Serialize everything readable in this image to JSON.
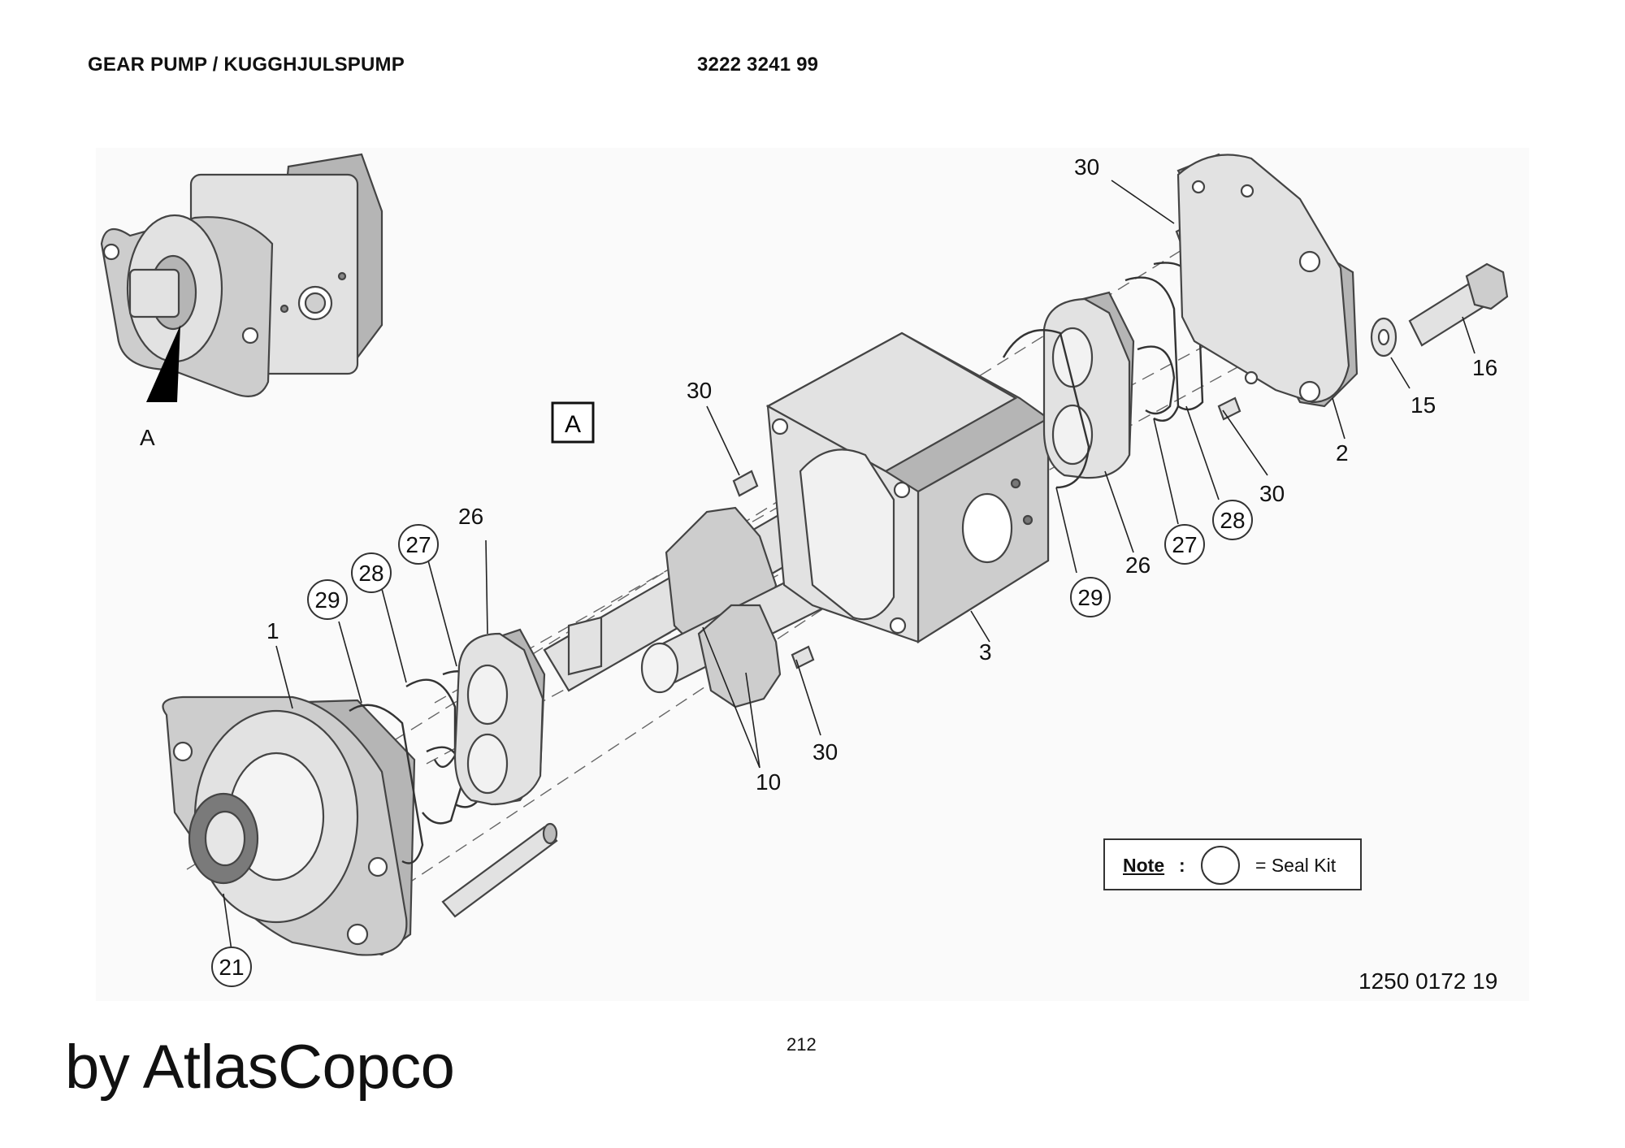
{
  "header": {
    "title": "GEAR PUMP / KUGGHJULSPUMP",
    "part_number": "3222 3241 99"
  },
  "view_label": "A",
  "detail_arrow_label": "A",
  "callouts": {
    "c1": "1",
    "c2": "2",
    "c3": "3",
    "c10": "10",
    "c15": "15",
    "c16": "16",
    "c21": "21",
    "c26_left": "26",
    "c26_right": "26",
    "c27_left": "27",
    "c27_right": "27",
    "c28_left": "28",
    "c28_right": "28",
    "c29_left": "29",
    "c29_right": "29",
    "c30_top": "30",
    "c30_left": "30",
    "c30_right": "30",
    "c30_bottom": "30"
  },
  "note": {
    "label": "Note",
    "colon": ":",
    "text": "= Seal Kit"
  },
  "drawing_number": "1250 0172 19",
  "page_number": "212",
  "brand": "by AtlasCopco"
}
